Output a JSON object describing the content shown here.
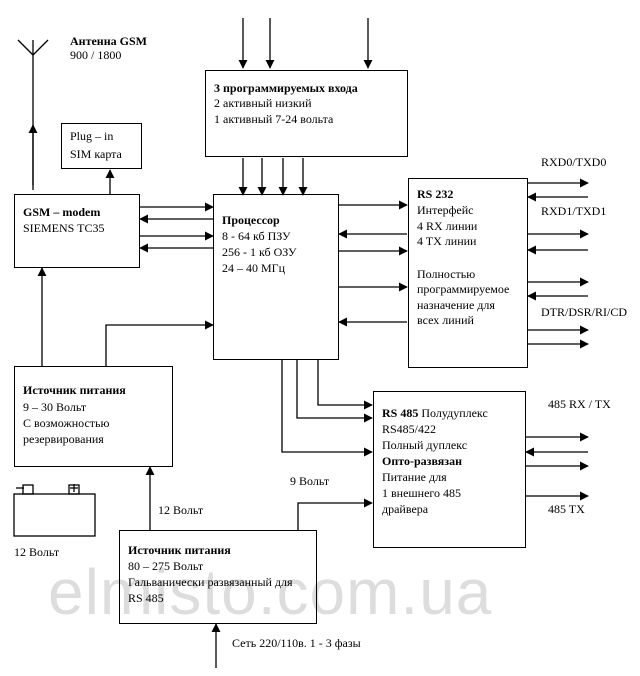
{
  "antenna": {
    "title": "Антенна GSM",
    "bands": "900 / 1800"
  },
  "sim": {
    "line1": "Plug – in",
    "line2": "SIM карта"
  },
  "gsm": {
    "title": "GSM – modem",
    "model": "SIEMENS TC35"
  },
  "inputs": {
    "title": "3 программируемых входа",
    "line1": "2 активный низкий",
    "line2": "1 активный 7-24 вольта"
  },
  "cpu": {
    "title": "Процессор",
    "line1": "8 - 64 кб ПЗУ",
    "line2": "256 - 1 кб ОЗУ",
    "line3": "24 – 40 МГц"
  },
  "rs232": {
    "title": "RS 232",
    "line1": "Интерфейс",
    "line2": "4 RX линии",
    "line3": "4 TX линии",
    "line4": "Полностью",
    "line5": "программируемое",
    "line6": "назначение для",
    "line7": "всех линий"
  },
  "rs232_signals": {
    "s1": "RXD0/TXD0",
    "s2": "RXD1/TXD1",
    "s3": "DTR/DSR/RI/CD"
  },
  "psu1": {
    "title": "Источник питания",
    "line1": "9 – 30 Вольт",
    "line2": "С возможностью",
    "line3": "резервирования"
  },
  "battery": {
    "label": "12 Вольт"
  },
  "rs485": {
    "title": "RS 485",
    "title_rest": " Полудуплекс",
    "line1": "RS485/422",
    "line2": "Полный дуплекс",
    "line3": "Опто-развязан",
    "line4": "Питание для",
    "line5": "1 внешнего 485",
    "line6": "драйвера"
  },
  "rs485_signals": {
    "s1": "485 RX / TX",
    "s2": "485 TX"
  },
  "volt9": "9 Вольт",
  "volt12": "12 Вольт",
  "psu2": {
    "title": "Источник питания",
    "line1": "80 – 275 Вольт",
    "line2": "Гальванически развязанный для",
    "line3": "RS 485"
  },
  "mains": "Сеть 220/110в. 1 - 3 фазы",
  "watermark": "elmisto.com.ua"
}
